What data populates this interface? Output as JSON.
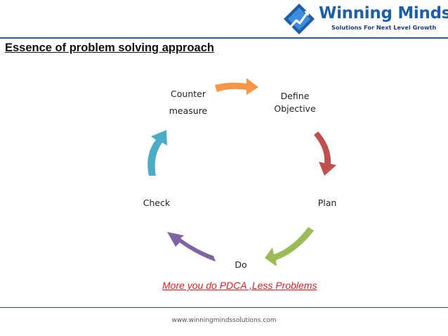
{
  "header": {
    "brand_name": "Winning Minds",
    "brand_tagline": "Solutions For Next Level Growth",
    "logo_icon": "rising-arrow-icon"
  },
  "page_title": "Essence of problem solving approach",
  "cycle": {
    "steps": [
      {
        "lines": [
          "Define",
          "Objective"
        ],
        "arrow_color": "#c0504d"
      },
      {
        "lines": [
          "Plan"
        ],
        "arrow_color": "#9bbb59"
      },
      {
        "lines": [
          "Do"
        ],
        "arrow_color": "#8064a2"
      },
      {
        "lines": [
          "Check"
        ],
        "arrow_color": "#4bacc6"
      },
      {
        "lines": [
          "Counter",
          "measure"
        ],
        "arrow_color": "#f79646"
      }
    ]
  },
  "footer": {
    "motto": "More you do PDCA ,Less Problems",
    "url": "www.winningmindssolutions.com"
  },
  "colors": {
    "brand_blue": "#1f5fa6",
    "motto_red": "#e02020"
  }
}
